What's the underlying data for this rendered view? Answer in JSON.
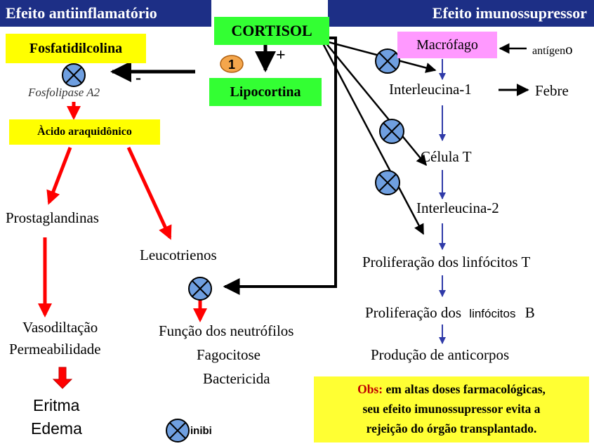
{
  "headers": {
    "left": "Efeito antiinflamatório",
    "right": "Efeito imunossupressor"
  },
  "nodes": {
    "cortisol": "CORTISOL",
    "lipocortina": "Lipocortina",
    "fosfatidilcolina": "Fosfatidilcolina",
    "fosfolipase": "Fosfolipase A2",
    "acido": "Àcido araquidônico",
    "prostaglandinas": "Prostaglandinas",
    "leucotrienos": "Leucotrienos",
    "vasodilatacao": "Vasodiltação",
    "permeabilidade": "Permeabilidade",
    "eritma": "Eritma",
    "edema": "Edema",
    "funcao": "Função dos neutrófilos",
    "fagocitose": "Fagocitose",
    "bactericida": "Bactericida",
    "macrofago": "Macrófago",
    "antigeno_main": "antígen",
    "antigeno_tail": "o",
    "il1": "Interleucina-1",
    "febre": "Febre",
    "celula_t": "Célula T",
    "il2": "Interleucina-2",
    "prolif_t": "Proliferação dos linfócitos T",
    "prolif_b_pre": "Proliferação dos",
    "prolif_b_mid": "linfócitos",
    "prolif_b_post": "B",
    "anticorpos": "Produção de anticorpos"
  },
  "signs": {
    "plus": "+",
    "minus": "-",
    "step": "1"
  },
  "legend": {
    "inhibit": "inibi"
  },
  "obs": {
    "label": "Obs:",
    "line1": "em altas doses farmacológicas,",
    "line2": "seu efeito imunossupressor evita a",
    "line3": "rejeição do órgão transplantado."
  },
  "colors": {
    "header": "#1d2f86",
    "green": "#33ff33",
    "yellow": "#ffff00",
    "magenta": "#ff99ff",
    "red_arrow": "#ff0000",
    "blue_arrow": "#2f3aa8",
    "inhibit_fill": "#6f9fe0"
  }
}
